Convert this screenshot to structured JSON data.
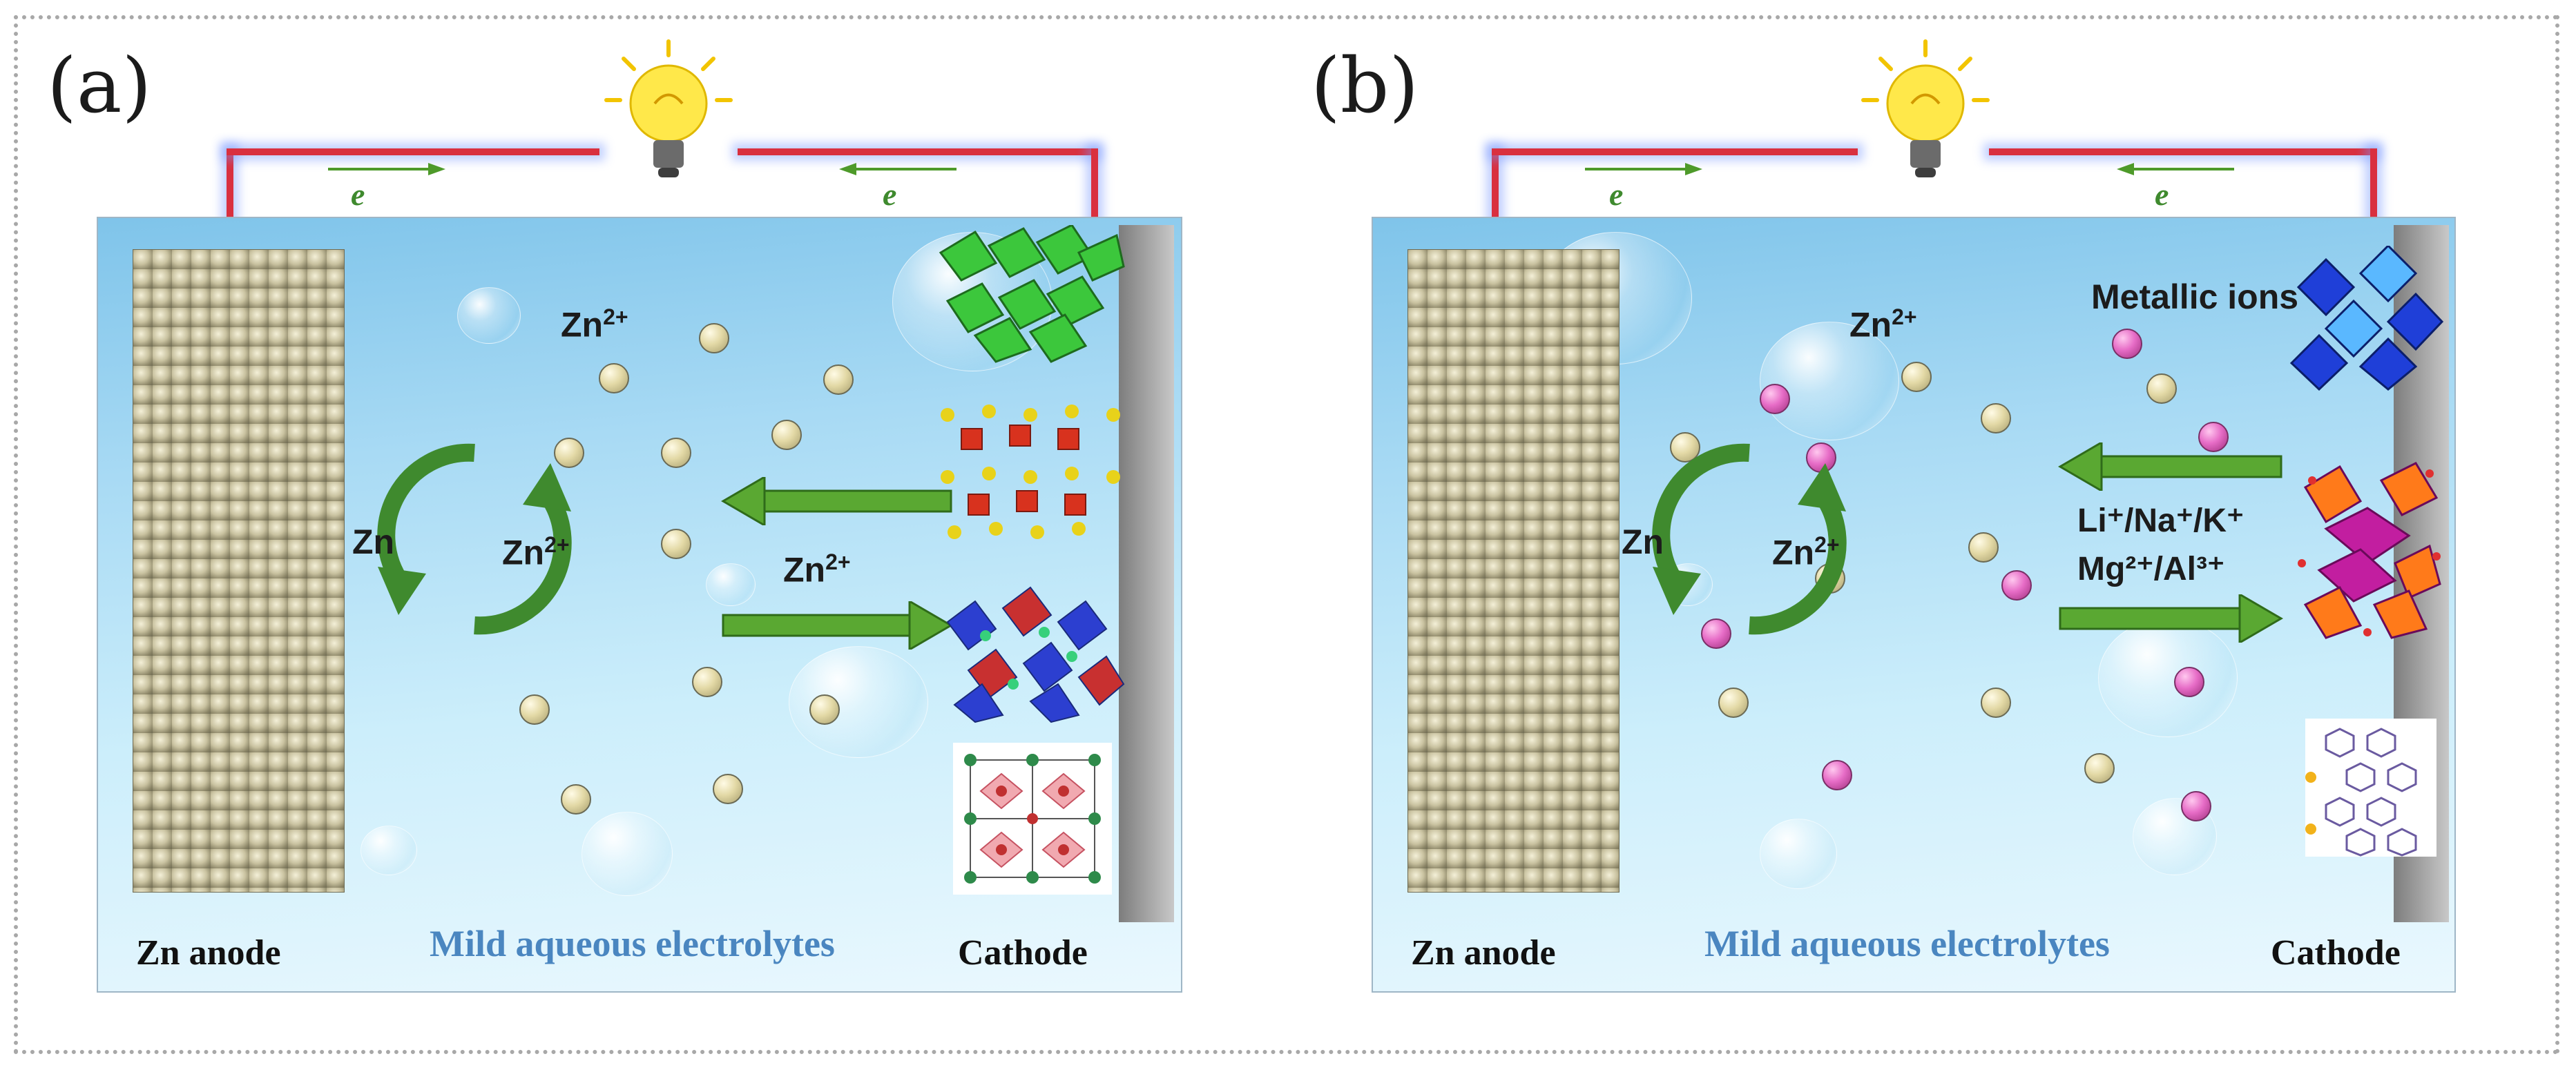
{
  "panels": [
    {
      "letter": "(a)",
      "anode_label": "Zn anode",
      "electrolyte_label": "Mild aqueous electrolytes",
      "cathode_label": "Cathode",
      "electron_label": "e",
      "ion_label_top": "Zn",
      "ion_label_top_charge": "2+",
      "cycle_left": "Zn",
      "cycle_right": "Zn",
      "cycle_right_charge": "2+",
      "arrow_label": "Zn",
      "arrow_label_charge": "2+"
    },
    {
      "letter": "(b)",
      "anode_label": "Zn anode",
      "electrolyte_label": "Mild aqueous electrolytes",
      "cathode_label": "Cathode",
      "electron_label": "e",
      "ion_label_top": "Zn",
      "ion_label_top_charge": "2+",
      "cycle_left": "Zn",
      "cycle_right": "Zn",
      "cycle_right_charge": "2+",
      "metallic_label": "Metallic ions",
      "cations_line1": "Li⁺/Na⁺/K⁺",
      "cations_line2": "Mg²⁺/Al³⁺"
    }
  ],
  "colors": {
    "wire": "#d9303f",
    "arrow_green": "#4e9a2a",
    "zn_ion": "#e3d9a6",
    "metal_ion": "#e76dc7",
    "electrolyte_text": "#4a86c0"
  },
  "icons": [
    "light-bulb-icon",
    "arrow-right-icon",
    "arrow-left-icon",
    "cycle-arrows-icon"
  ]
}
